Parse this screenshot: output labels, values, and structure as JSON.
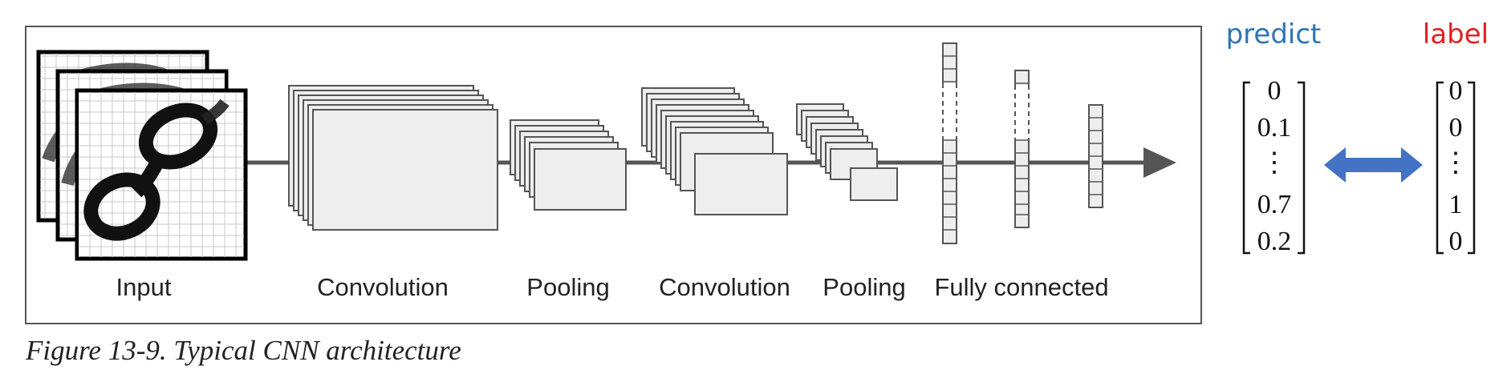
{
  "diagram": {
    "stages": {
      "input": "Input",
      "conv1": "Convolution",
      "pool1": "Pooling",
      "conv2": "Convolution",
      "pool2": "Pooling",
      "fc": "Fully connected"
    },
    "caption": "Figure 13-9. Typical CNN architecture",
    "predict": {
      "header": "predict",
      "values": [
        "0",
        "0.1",
        "⋮",
        "0.7",
        "0.2"
      ]
    },
    "label": {
      "header": "label",
      "values": [
        "0",
        "0",
        "⋮",
        "1",
        "0"
      ]
    },
    "colors": {
      "predict_header": "#2e75b6",
      "label_header": "#e02020",
      "double_arrow": "#4472c4",
      "box_fill": "#eeeeee",
      "box_stroke": "#555555",
      "flow_line": "#555555",
      "frame_stroke": "#555555"
    }
  }
}
